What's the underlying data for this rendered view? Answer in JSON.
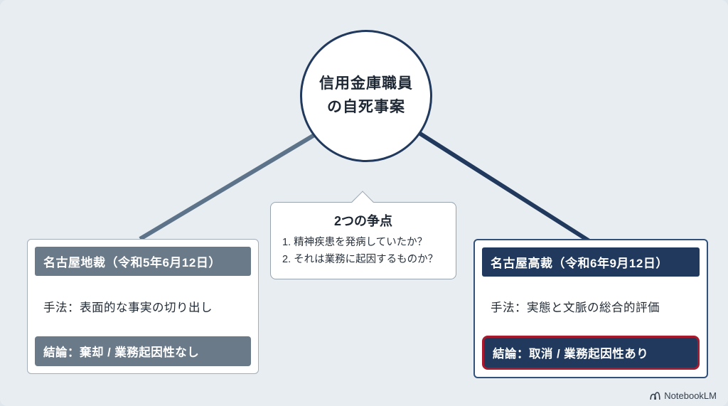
{
  "root": {
    "title_line1": "信用金庫職員",
    "title_line2": "の自死事案"
  },
  "issues_box": {
    "title": "2つの争点",
    "items": [
      "1. 精神疾患を発病していたか？",
      "2. それは業務に起因するものか？"
    ]
  },
  "left_box": {
    "header": "名古屋地裁（令和5年6月12日）",
    "method": "手法：表面的な事実の切り出し",
    "conclusion": "結論：棄却 / 業務起因性なし"
  },
  "right_box": {
    "header": "名古屋高裁（令和6年9月12日）",
    "method": "手法：実態と文脈の総合的評価",
    "conclusion": "結論：取消 / 業務起因性あり"
  },
  "footer": {
    "brand": "NotebookLM"
  },
  "colors": {
    "background": "#e8edf2",
    "navy": "#20395c",
    "gray": "#6b7a89",
    "red_accent": "#a8192e",
    "left_connector": "#5d7389",
    "right_connector": "#20395c"
  }
}
